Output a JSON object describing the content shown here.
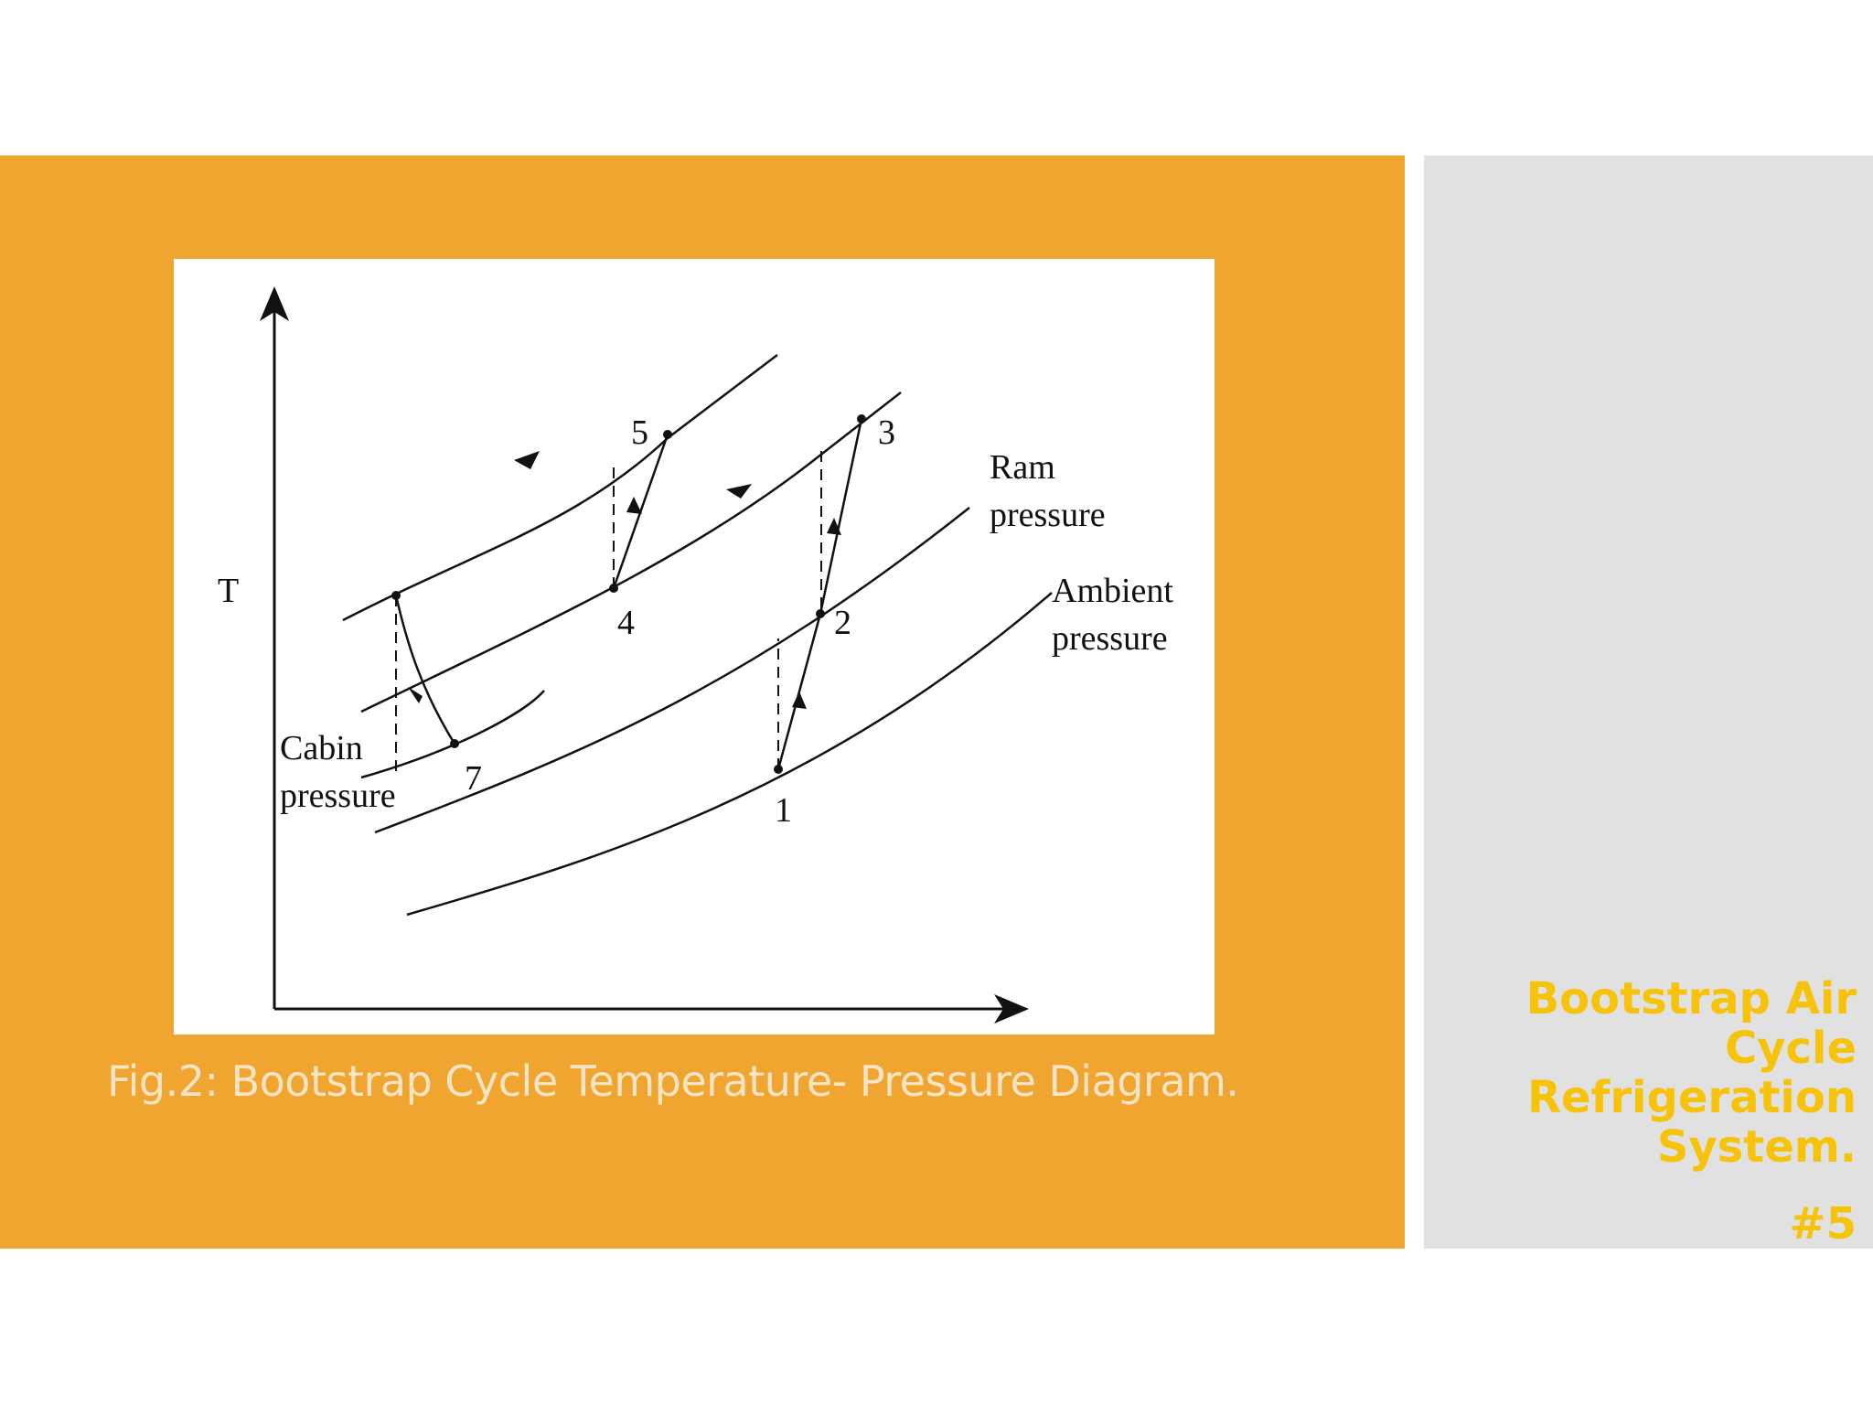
{
  "slide": {
    "title_lines": [
      "Bootstrap Air Cycle",
      "Refrigeration",
      "System."
    ],
    "number": "#5",
    "caption": "Fig.2: Bootstrap Cycle Temperature- Pressure Diagram.",
    "colors": {
      "orange": "#efa530",
      "gray": "#e1e1e1",
      "title": "#f7c20a"
    }
  },
  "diagram": {
    "y_axis_label": "T",
    "points": {
      "p1": "1",
      "p2": "2",
      "p3": "3",
      "p4": "4",
      "p5": "5",
      "p7": "7"
    },
    "curve_labels": {
      "ram_line1": "Ram",
      "ram_line2": "pressure",
      "ambient_line1": "Ambient",
      "ambient_line2": "pressure",
      "cabin_line1": "Cabin",
      "cabin_line2": "pressure"
    }
  }
}
